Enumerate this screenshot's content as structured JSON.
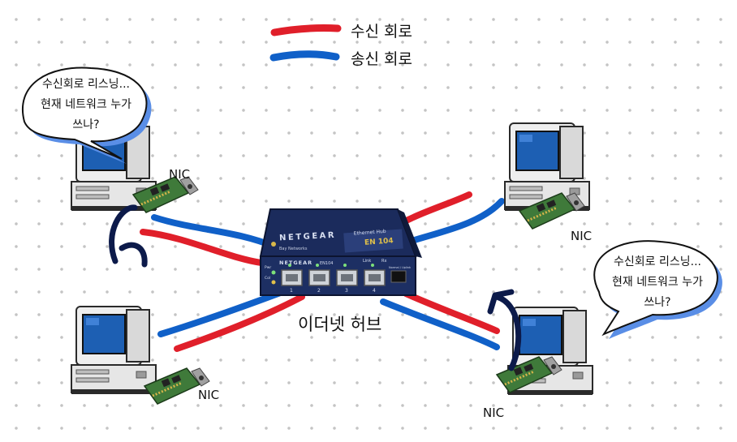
{
  "legend": {
    "receive": {
      "label": "수신 회로",
      "color": "#e01f2a"
    },
    "send": {
      "label": "송신 회로",
      "color": "#1060c8"
    }
  },
  "hub": {
    "label": "이더넷 허브",
    "brand": "NETGEAR",
    "front_brand": "NETGEAR",
    "model_top": "Ethernet Hub",
    "model_code": "EN 104",
    "front_model": "EN104",
    "front_link": "Link",
    "front_rx": "Rx",
    "front_pwr": "Pwr",
    "front_col": "Col",
    "front_uplink": "Normal / Uplink",
    "port_numbers": [
      "1",
      "2",
      "3",
      "4"
    ],
    "bay": "Bay Networks"
  },
  "nic_label": "NIC",
  "bubble": {
    "line1": "수신회로 리스닝...",
    "line2": "현재 네트워크 누가",
    "line3": "쓰나?"
  },
  "colors": {
    "receive": "#e01f2a",
    "send": "#1060c8",
    "arrow": "#0c1a4a",
    "bubble_shadow": "#5a8ee6",
    "screen": "#1d5fb3",
    "nic_board": "#3f7a3a"
  }
}
